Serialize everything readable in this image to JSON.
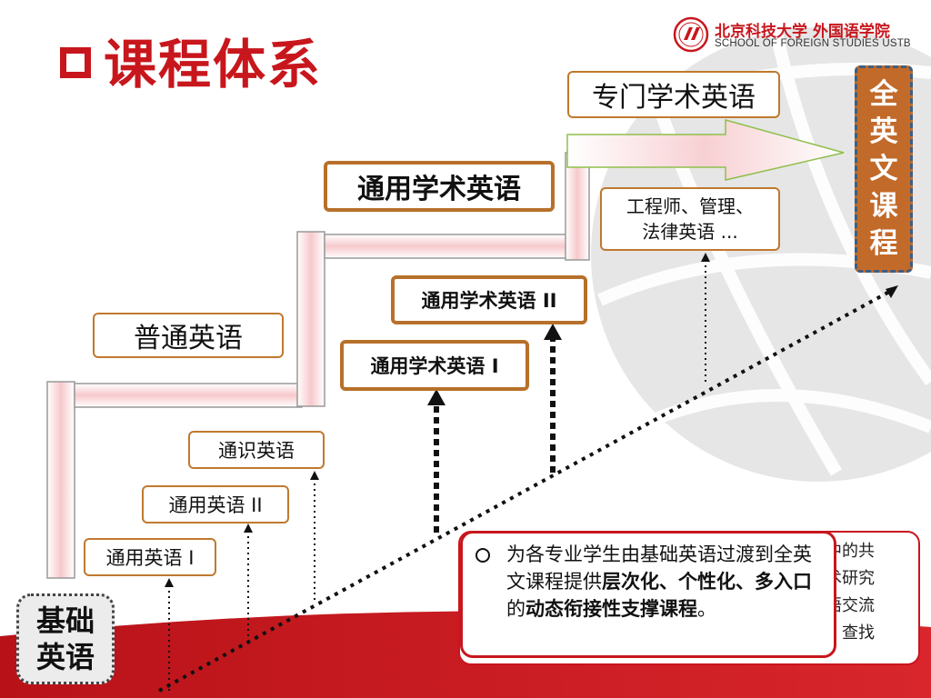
{
  "title": "课程体系",
  "logo": {
    "cn": "北京科技大学 外国语学院",
    "en": "SCHOOL OF FOREIGN STUDIES USTB"
  },
  "boxes": {
    "zhuanmen": "专门学术英语",
    "tongyong_xueshu": "通用学术英语",
    "engineer_line1": "工程师、管理、",
    "engineer_line2": "法律英语 ...",
    "tongyong_xueshu_2": "通用学术英语 II",
    "tongyong_xueshu_1": "通用学术英语 I",
    "putong": "普通英语",
    "tongshi": "通识英语",
    "tongyong_2": "通用英语 II",
    "tongyong_1": "通用英语 I",
    "basic_line1": "基础",
    "basic_line2": "英语",
    "quanying": [
      "全",
      "英",
      "文",
      "课",
      "程"
    ]
  },
  "description": {
    "part1": "为各专业学生由基础英语过渡到全英文课程提供",
    "bold1": "层次化、个性化、多入口",
    "part2": "的",
    "bold2": "动态衔接性支撑课程",
    "part3": "。",
    "hidden_lines": [
      "中的共",
      "术研究",
      "语交流",
      "、查找"
    ]
  },
  "colors": {
    "title_red": "#c8161d",
    "box_border": "#c0792e",
    "quanying_fill": "#c26a2a",
    "quanying_border": "#3f5d80",
    "arrow_green": "#8fbf4a"
  }
}
